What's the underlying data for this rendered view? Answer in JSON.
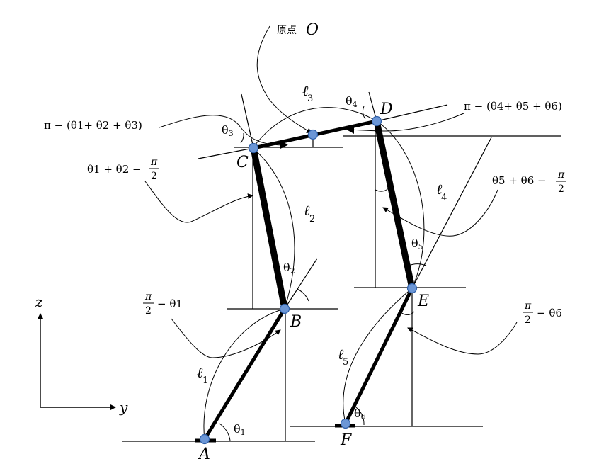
{
  "points": {
    "A": "A",
    "B": "B",
    "C": "C",
    "D": "D",
    "E": "E",
    "F": "F",
    "O": "O"
  },
  "origin_label": "原点",
  "links": {
    "l1": "ℓ",
    "l1_sub": "1",
    "l2": "ℓ",
    "l2_sub": "2",
    "l3": "ℓ",
    "l3_sub": "3",
    "l4": "ℓ",
    "l4_sub": "4",
    "l5": "ℓ",
    "l5_sub": "5"
  },
  "angles": {
    "theta": "θ",
    "t1_sub": "1",
    "t2_sub": "2",
    "t3_sub": "3",
    "t4_sub": "4",
    "t5_sub": "5",
    "t6_sub": "6"
  },
  "expressions": {
    "left_top": "π − (θ1+ θ2 + θ3)",
    "left_mid_main": "θ1 + θ2 −",
    "pi": "π",
    "two": "2",
    "pi_over_2_minus_theta1": "− θ1",
    "right_top": "π − (θ4+ θ5 + θ6)",
    "right_mid_main": "θ5 + θ6 −",
    "pi_over_2_minus_theta6": "− θ6"
  },
  "axes": {
    "z": "z",
    "y": "y"
  },
  "colors": {
    "joint": "#6b96d6",
    "joint_stroke": "#2e5fa8",
    "link": "#000000",
    "line": "#000000"
  }
}
